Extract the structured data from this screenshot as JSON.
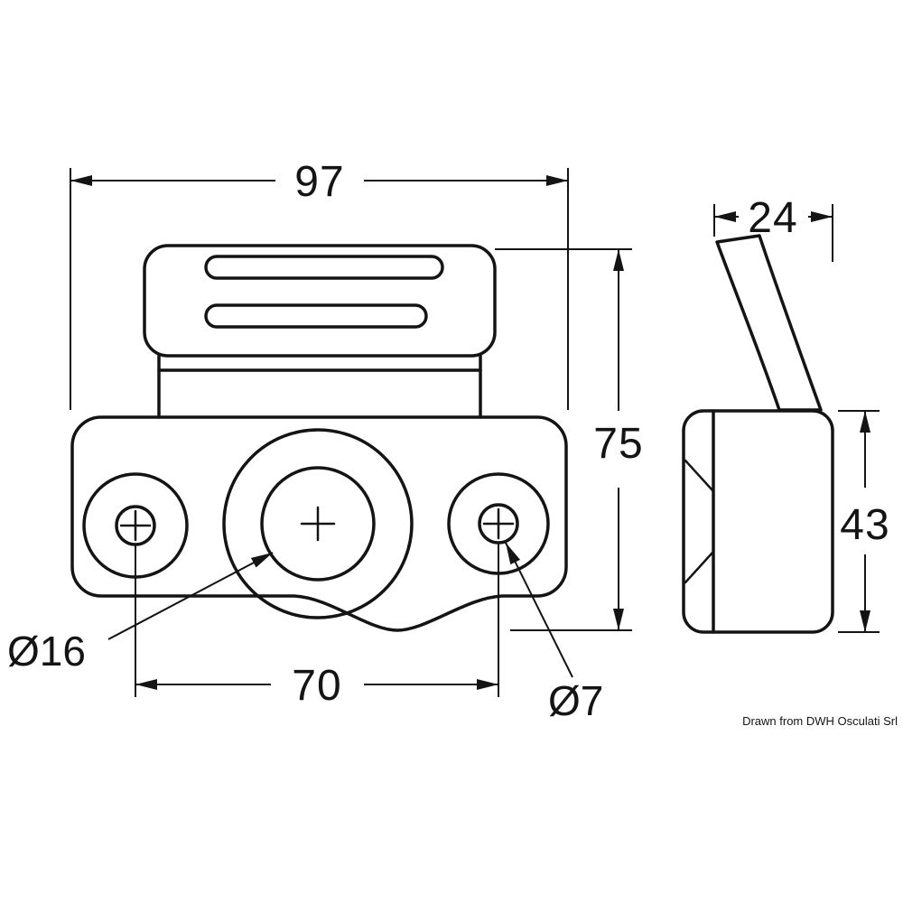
{
  "drawing": {
    "credit": "Drawn from DWH Osculati Srl",
    "front": {
      "overall_width": "97",
      "overall_height": "75",
      "hole_spacing": "70",
      "center_hole_diameter": "Ø16",
      "side_hole_diameter": "Ø7"
    },
    "side": {
      "overall_depth": "24",
      "body_height": "43"
    }
  }
}
